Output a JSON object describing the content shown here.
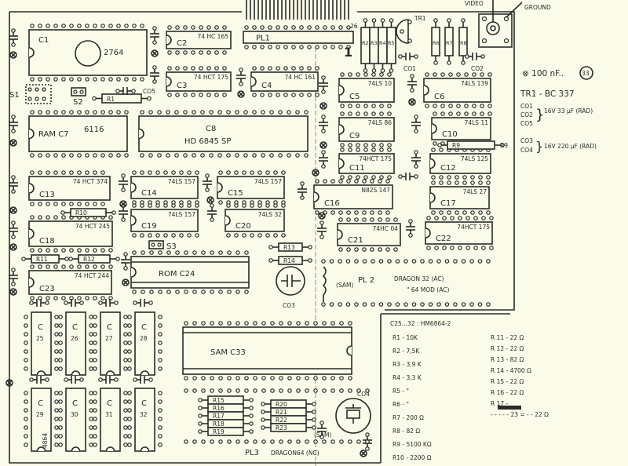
{
  "connectors": {
    "video": "VIDEO",
    "ground": "GROUND",
    "pin26": "26",
    "pin1": "1"
  },
  "chips": [
    {
      "id": "c1",
      "ref": "C1",
      "part": "2764"
    },
    {
      "id": "c2",
      "ref": "C2",
      "part": "74 HC 165"
    },
    {
      "id": "pl1",
      "ref": "PL1",
      "part": ""
    },
    {
      "id": "c3",
      "ref": "C3",
      "part": "74 HCT 175"
    },
    {
      "id": "c4",
      "ref": "C4",
      "part": "74 HC 161"
    },
    {
      "id": "c7",
      "ref": "RAM  C7",
      "part": "6116"
    },
    {
      "id": "c8",
      "ref": "C8",
      "part": "HD 6845 SP"
    },
    {
      "id": "c5",
      "ref": "C5",
      "part": "74LS 10"
    },
    {
      "id": "c6",
      "ref": "C6",
      "part": "74LS 139"
    },
    {
      "id": "c9",
      "ref": "C9",
      "part": "74LS 86"
    },
    {
      "id": "c10",
      "ref": "C10",
      "part": "74LS 11"
    },
    {
      "id": "c11",
      "ref": "C11",
      "part": "74HCT 175"
    },
    {
      "id": "c12",
      "ref": "C12",
      "part": "74LS 125"
    },
    {
      "id": "c13",
      "ref": "C13",
      "part": "74 HCT 374"
    },
    {
      "id": "c14",
      "ref": "C14",
      "part": "74LS 157"
    },
    {
      "id": "c15",
      "ref": "C15",
      "part": "74LS 157"
    },
    {
      "id": "c16",
      "ref": "C16",
      "part": "N82S 147"
    },
    {
      "id": "c17",
      "ref": "C17",
      "part": "74LS 27"
    },
    {
      "id": "c18",
      "ref": "C18",
      "part": "74 HCT 245"
    },
    {
      "id": "c19",
      "ref": "C19",
      "part": "74LS 157"
    },
    {
      "id": "c20",
      "ref": "C20",
      "part": "74LS 32"
    },
    {
      "id": "c21",
      "ref": "C21",
      "part": "74HC 04"
    },
    {
      "id": "c22",
      "ref": "C22",
      "part": "74HCT 175"
    },
    {
      "id": "c23",
      "ref": "C23",
      "part": "74 HCT 244"
    },
    {
      "id": "c24",
      "ref": "ROM      C24",
      "part": ""
    },
    {
      "id": "c33",
      "ref": "SAM        C33",
      "part": ""
    },
    {
      "id": "c25",
      "ref": "C",
      "part": "25"
    },
    {
      "id": "c26",
      "ref": "C",
      "part": "26"
    },
    {
      "id": "c27",
      "ref": "C",
      "part": "27"
    },
    {
      "id": "c28",
      "ref": "C",
      "part": "28"
    },
    {
      "id": "c29",
      "ref": "C",
      "part": "29"
    },
    {
      "id": "c30",
      "ref": "C",
      "part": "30"
    },
    {
      "id": "c31",
      "ref": "C",
      "part": "31"
    },
    {
      "id": "c32",
      "ref": "C",
      "part": "32"
    }
  ],
  "chip_side_note": "4864",
  "resistors": [
    {
      "id": "r1",
      "label": "R1"
    },
    {
      "id": "r2",
      "label": "R2"
    },
    {
      "id": "r3",
      "label": "R3"
    },
    {
      "id": "r4",
      "label": "R4"
    },
    {
      "id": "r5",
      "label": "R5"
    },
    {
      "id": "r6",
      "label": "R6"
    },
    {
      "id": "r7",
      "label": "R7"
    },
    {
      "id": "r8",
      "label": "R8"
    },
    {
      "id": "r9",
      "label": "R9"
    },
    {
      "id": "r10",
      "label": "R10"
    },
    {
      "id": "r11",
      "label": "R11"
    },
    {
      "id": "r12",
      "label": "R12"
    },
    {
      "id": "r13",
      "label": "R13"
    },
    {
      "id": "r14",
      "label": "R14"
    },
    {
      "id": "r15",
      "label": "R15"
    },
    {
      "id": "r16",
      "label": "R16"
    },
    {
      "id": "r17",
      "label": "R17"
    },
    {
      "id": "r18",
      "label": "R18"
    },
    {
      "id": "r19",
      "label": "R19"
    },
    {
      "id": "r20",
      "label": "R20"
    },
    {
      "id": "r21",
      "label": "R21"
    },
    {
      "id": "r22",
      "label": "R22"
    },
    {
      "id": "r23",
      "label": "R23"
    }
  ],
  "r9_side_label": "R9",
  "parts": {
    "tr1": "TR1",
    "co1": "CO1",
    "co2": "CO2",
    "co3": "CO3",
    "co4": "CO4",
    "co5": "CO5",
    "s1": "S1",
    "s2": "S2",
    "s3": "S3"
  },
  "plugs": {
    "pl2": "PL 2",
    "pl2_sam": "(SAM)",
    "pl2_note1": "DRAGON 32 (AC)",
    "pl2_note2": "\"   64 MOD (AC)",
    "pl3": "PL3",
    "pl3_note": "DRAGON64 (NC)",
    "pl3_sam": "(SAM)"
  },
  "legend": {
    "decoupling": "⊗ 100 nF..",
    "decoupling_count": "33",
    "tr1": "TR1 - BC 337",
    "group1": [
      "CO1",
      "CO2",
      "CO5"
    ],
    "group1_value": "16V 33 µF (RAD)",
    "group2": [
      "CO3",
      "CO4"
    ],
    "group2_value": "16V 220 µF (RAD)"
  },
  "bom": {
    "title": "C25...32 : HM6864-2",
    "left": [
      "R1 - 10K",
      "R2 - 7,5K",
      "R3 - 3,9 K",
      "R4 - 3,3 K",
      "R5 - \"",
      "R6 - \"",
      "R7 - 200 Ω",
      "R8 - 82 Ω",
      "R9 - 5100 KΩ",
      "R10 - 2200 Ω"
    ],
    "right": [
      "R 11 - 22 Ω",
      "R 12 - 22 Ω",
      "R 13 - 82 Ω",
      "R 14 - 4700 Ω",
      "R 15 - 22 Ω",
      "R 16 - 22 Ω",
      "R 17 -",
      "- - - - - 23 = - - 22 Ω"
    ]
  },
  "colors": {
    "paper": "#fafbe8",
    "ink": "#2a2a2a"
  }
}
